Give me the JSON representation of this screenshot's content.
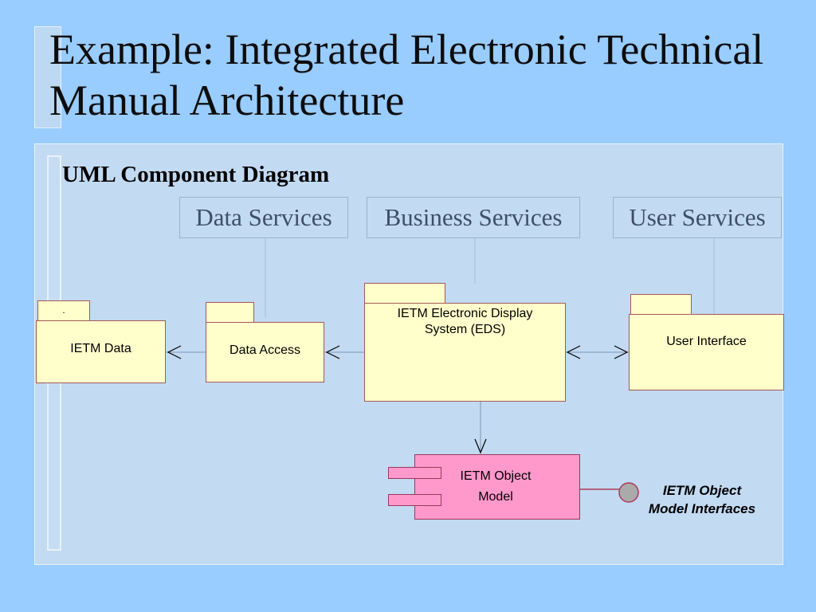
{
  "title": "Example: Integrated Electronic Technical Manual Architecture",
  "diagram_heading": "UML Component Diagram",
  "tiers": {
    "data_services": "Data Services",
    "business_services": "Business Services",
    "user_services": "User Services"
  },
  "packages": {
    "ietm_data": {
      "tab": ".",
      "label": "IETM Data"
    },
    "data_access": {
      "label": "Data Access"
    },
    "eds": {
      "label_line1": "IETM Electronic Display",
      "label_line2": "System  (EDS)"
    },
    "user_interface": {
      "label": "User Interface"
    }
  },
  "component": {
    "label_line1": "IETM Object",
    "label_line2": "Model"
  },
  "interface": {
    "label_line1": "IETM Object",
    "label_line2": "Model Interfaces"
  },
  "colors": {
    "background": "#99ccff",
    "panel": "#c2daf2",
    "package_fill": "#ffffcc",
    "package_border": "#a45a5a",
    "component_fill": "#ff99cc",
    "interface_circle": "#aaaaaa"
  }
}
